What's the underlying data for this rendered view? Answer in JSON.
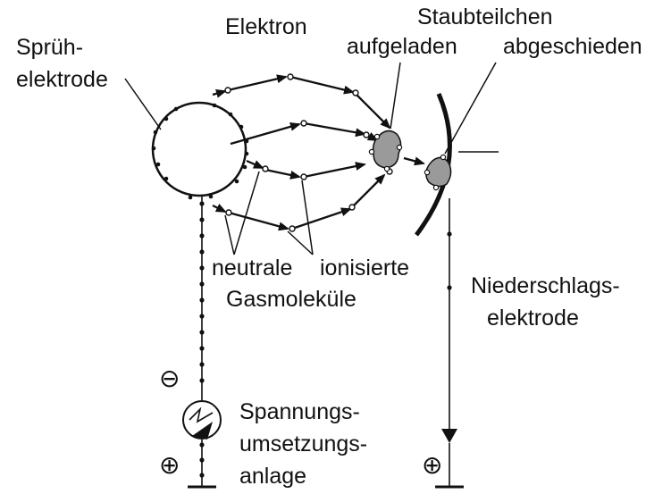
{
  "labels": {
    "spray_line1": "Sprüh-",
    "spray_line2": "elektrode",
    "electron": "Elektron",
    "dust_line1": "Staubteilchen",
    "charged": "aufgeladen",
    "deposited": "abgeschieden",
    "neutral": "neutrale",
    "ionized": "ionisierte",
    "gas_molecules": "Gasmoleküle",
    "collector_line1": "Niederschlags-",
    "collector_line2": "elektrode",
    "supply_line1": "Spannungs-",
    "supply_line2": "umsetzungs-",
    "supply_line3": "anlage",
    "minus_symbol": "⊖",
    "plus_symbol_left": "⊕",
    "plus_symbol_right": "⊕"
  },
  "colors": {
    "ink": "#111111",
    "dust": "#9a9a9a",
    "background": "#ffffff"
  }
}
